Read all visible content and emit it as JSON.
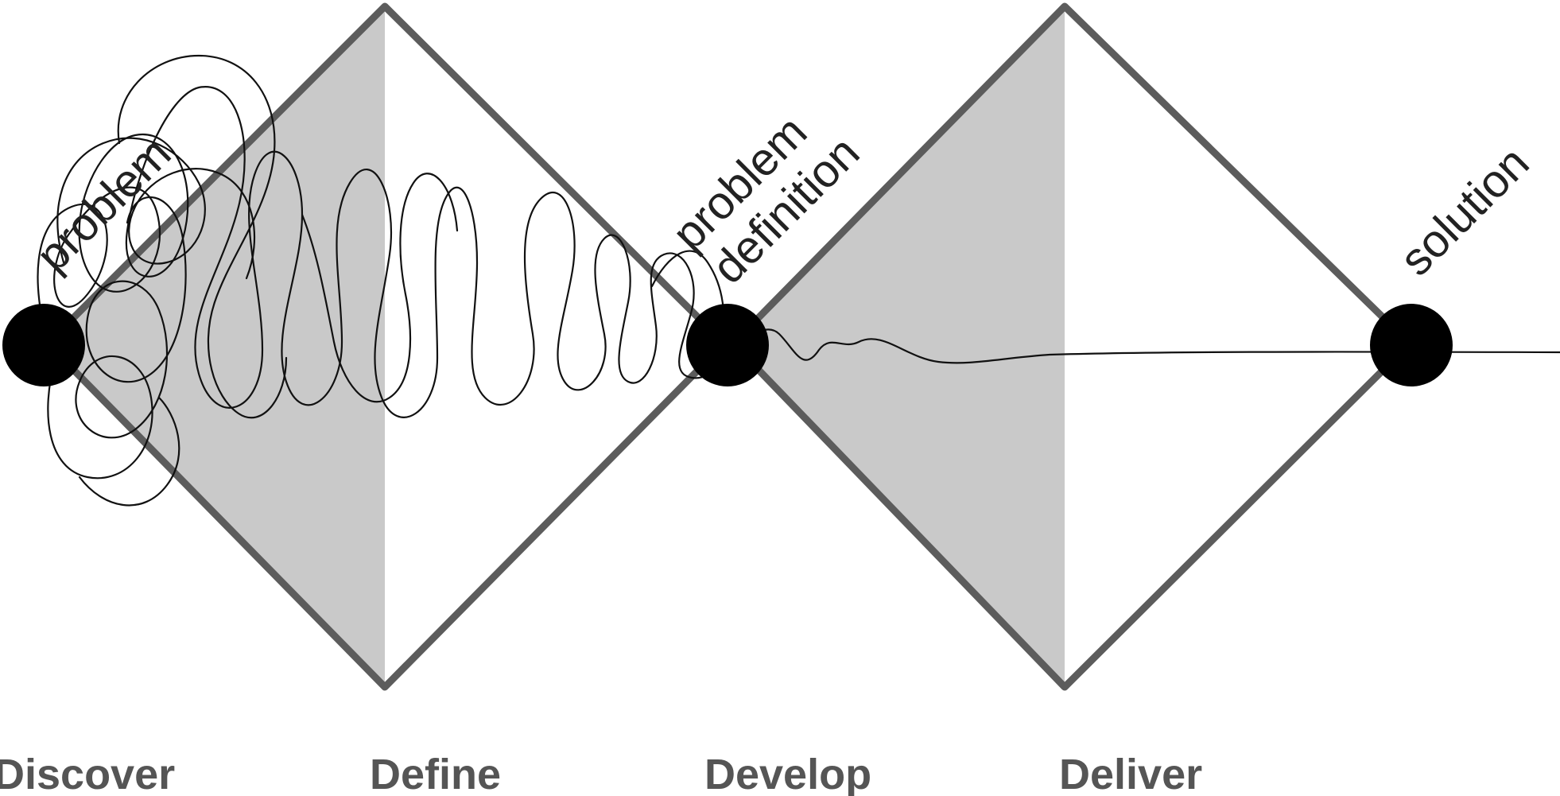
{
  "diagram": {
    "colors": {
      "background": "#ffffff",
      "diamond_outline": "#5c5c5c",
      "diverge_fill": "#c9c9c9",
      "node": "#000000",
      "scribble": "#111111",
      "phase_text": "#555555",
      "node_text": "#222222"
    },
    "nodes": [
      {
        "id": "problem",
        "label": "problem"
      },
      {
        "id": "problem-definition",
        "label_line1": "problem",
        "label_line2": "definition"
      },
      {
        "id": "solution",
        "label": "solution"
      }
    ],
    "phases": [
      {
        "id": "discover",
        "label": "Discover"
      },
      {
        "id": "define",
        "label": "Define"
      },
      {
        "id": "develop",
        "label": "Develop"
      },
      {
        "id": "deliver",
        "label": "Deliver"
      }
    ]
  }
}
